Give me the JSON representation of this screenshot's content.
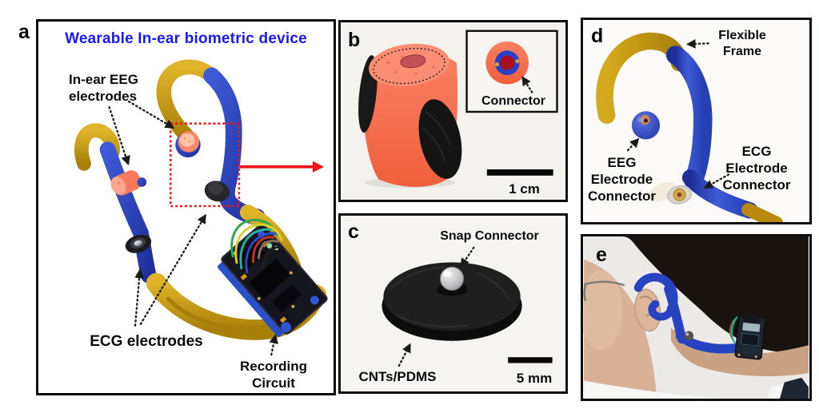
{
  "colors": {
    "title_blue": "#1b1aee",
    "annotation_red": "#ee1514",
    "device_blue": "#2946c6",
    "frame_yellow": "#cfa012",
    "earplug_coral": "#f87a5c"
  },
  "panel_a": {
    "label": "a",
    "title": "Wearable In-ear biometric device",
    "eeg_label": {
      "line1": "In-ear EEG",
      "line2": "electrodes"
    },
    "ecg_label": "ECG electrodes",
    "recording_label": {
      "line1": "Recording",
      "line2": "Circuit"
    }
  },
  "panel_b": {
    "label": "b",
    "inset_label": "Connector",
    "scale_label": "1 cm"
  },
  "panel_c": {
    "label": "c",
    "top_label": "Snap Connector",
    "bottom_label": "CNTs/PDMS",
    "scale_label": "5 mm"
  },
  "panel_d": {
    "label": "d",
    "frame_label": {
      "line1": "Flexible",
      "line2": "Frame"
    },
    "eeg_connector_label": {
      "line1": "EEG",
      "line2": "Electrode",
      "line3": "Connector"
    },
    "ecg_connector_label": {
      "line1": "ECG",
      "line2": "Electrode",
      "line3": "Connector"
    }
  },
  "panel_e": {
    "label": "e"
  }
}
